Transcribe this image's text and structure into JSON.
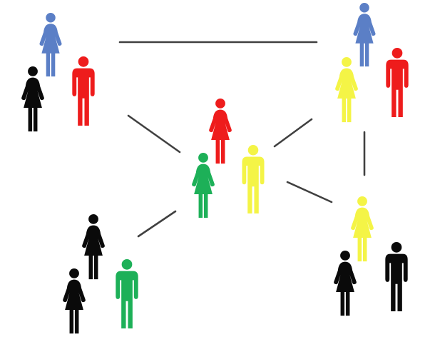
{
  "colors": {
    "background": "#ffffff",
    "connector": "#404040",
    "blue": "#5b7fc6",
    "red": "#ee1c1c",
    "yellow": "#f4f446",
    "green": "#1db058",
    "black": "#0a0a0a"
  },
  "groups": [
    {
      "id": "top-left",
      "people": [
        {
          "color": "blue",
          "gender": "female"
        },
        {
          "color": "black",
          "gender": "female"
        },
        {
          "color": "red",
          "gender": "male"
        }
      ]
    },
    {
      "id": "top-right",
      "people": [
        {
          "color": "blue",
          "gender": "female"
        },
        {
          "color": "yellow",
          "gender": "female"
        },
        {
          "color": "red",
          "gender": "male"
        }
      ]
    },
    {
      "id": "center",
      "people": [
        {
          "color": "red",
          "gender": "female"
        },
        {
          "color": "green",
          "gender": "female"
        },
        {
          "color": "yellow",
          "gender": "male"
        }
      ]
    },
    {
      "id": "bottom-left",
      "people": [
        {
          "color": "black",
          "gender": "female"
        },
        {
          "color": "black",
          "gender": "female"
        },
        {
          "color": "green",
          "gender": "male"
        }
      ]
    },
    {
      "id": "bottom-right",
      "people": [
        {
          "color": "yellow",
          "gender": "female"
        },
        {
          "color": "black",
          "gender": "female"
        },
        {
          "color": "black",
          "gender": "male"
        }
      ]
    }
  ],
  "connections": [
    {
      "from": "top-left",
      "to": "top-right"
    },
    {
      "from": "top-left",
      "to": "center"
    },
    {
      "from": "top-right",
      "to": "center"
    },
    {
      "from": "top-right",
      "to": "bottom-right"
    },
    {
      "from": "center",
      "to": "bottom-right"
    },
    {
      "from": "center",
      "to": "bottom-left"
    }
  ]
}
